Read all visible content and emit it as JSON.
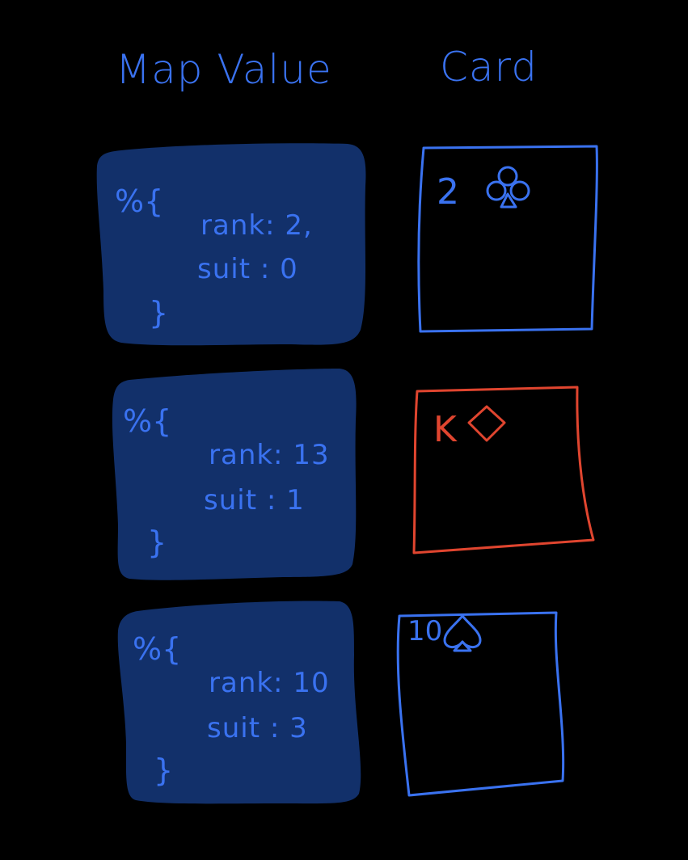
{
  "headers": {
    "map_value": "Map Value",
    "card": "Card"
  },
  "colors": {
    "background": "#000000",
    "ink_blue": "#3a72f0",
    "panel_blue": "#12306a",
    "red": "#e0452f"
  },
  "rows": [
    {
      "map": {
        "open": "%{",
        "rank_line": "rank: 2,",
        "suit_line": "suit : 0",
        "close": "}"
      },
      "card": {
        "rank": "2",
        "suit_icon": "club-icon",
        "color": "blue"
      }
    },
    {
      "map": {
        "open": "%{",
        "rank_line": "rank: 13",
        "suit_line": "suit : 1",
        "close": "}"
      },
      "card": {
        "rank": "K",
        "suit_icon": "diamond-icon",
        "color": "red"
      }
    },
    {
      "map": {
        "open": "%{",
        "rank_line": "rank: 10",
        "suit_line": "suit : 3",
        "close": "}"
      },
      "card": {
        "rank": "10",
        "suit_icon": "spade-icon",
        "color": "blue"
      }
    }
  ]
}
